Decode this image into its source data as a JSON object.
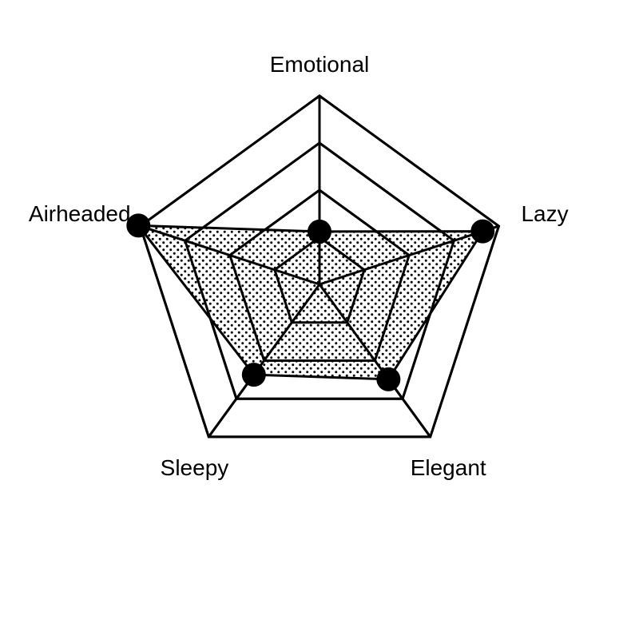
{
  "chart_data": {
    "type": "radar",
    "axes": [
      "Emotional",
      "Lazy",
      "Elegant",
      "Sleepy",
      "Airheaded"
    ],
    "levels": 4,
    "range": [
      0,
      4
    ],
    "values": [
      1.12,
      3.64,
      2.49,
      2.37,
      4.04
    ],
    "grid": true,
    "fill": "dotted",
    "colors": {
      "stroke": "#000000",
      "fill_dots": "#000000",
      "background": "#ffffff"
    }
  }
}
